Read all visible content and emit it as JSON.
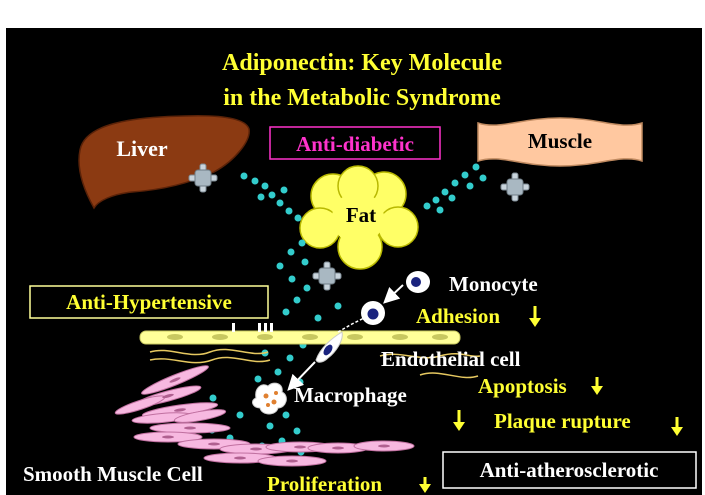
{
  "title": {
    "line1": "Adiponectin: Key Molecule",
    "line2": "in the Metabolic Syndrome"
  },
  "organs": {
    "liver": "Liver",
    "muscle": "Muscle",
    "fat": "Fat"
  },
  "effects": {
    "anti_diabetic": "Anti-diabetic",
    "anti_hypertensive": "Anti-Hypertensive",
    "anti_atherosclerotic": "Anti-atherosclerotic"
  },
  "cells": {
    "monocyte": "Monocyte",
    "endothelial": "Endothelial cell",
    "macrophage": "Macrophage",
    "smooth_muscle": "Smooth Muscle Cell"
  },
  "processes": {
    "adhesion": "Adhesion",
    "apoptosis": "Apoptosis",
    "plaque_rupture": "Plaque rupture",
    "proliferation": "Proliferation"
  },
  "colors": {
    "background": "#000000",
    "title": "#ffff33",
    "process_text": "#ffff33",
    "liver": "#8b3a12",
    "muscle": "#ffc8a0",
    "fat": "#ffff66",
    "adiponectin_dot": "#33cccc",
    "anti_diabetic": "#ff33cc",
    "smooth_muscle_cell": "#f7b8e0",
    "endothelium": "#ffff99"
  }
}
